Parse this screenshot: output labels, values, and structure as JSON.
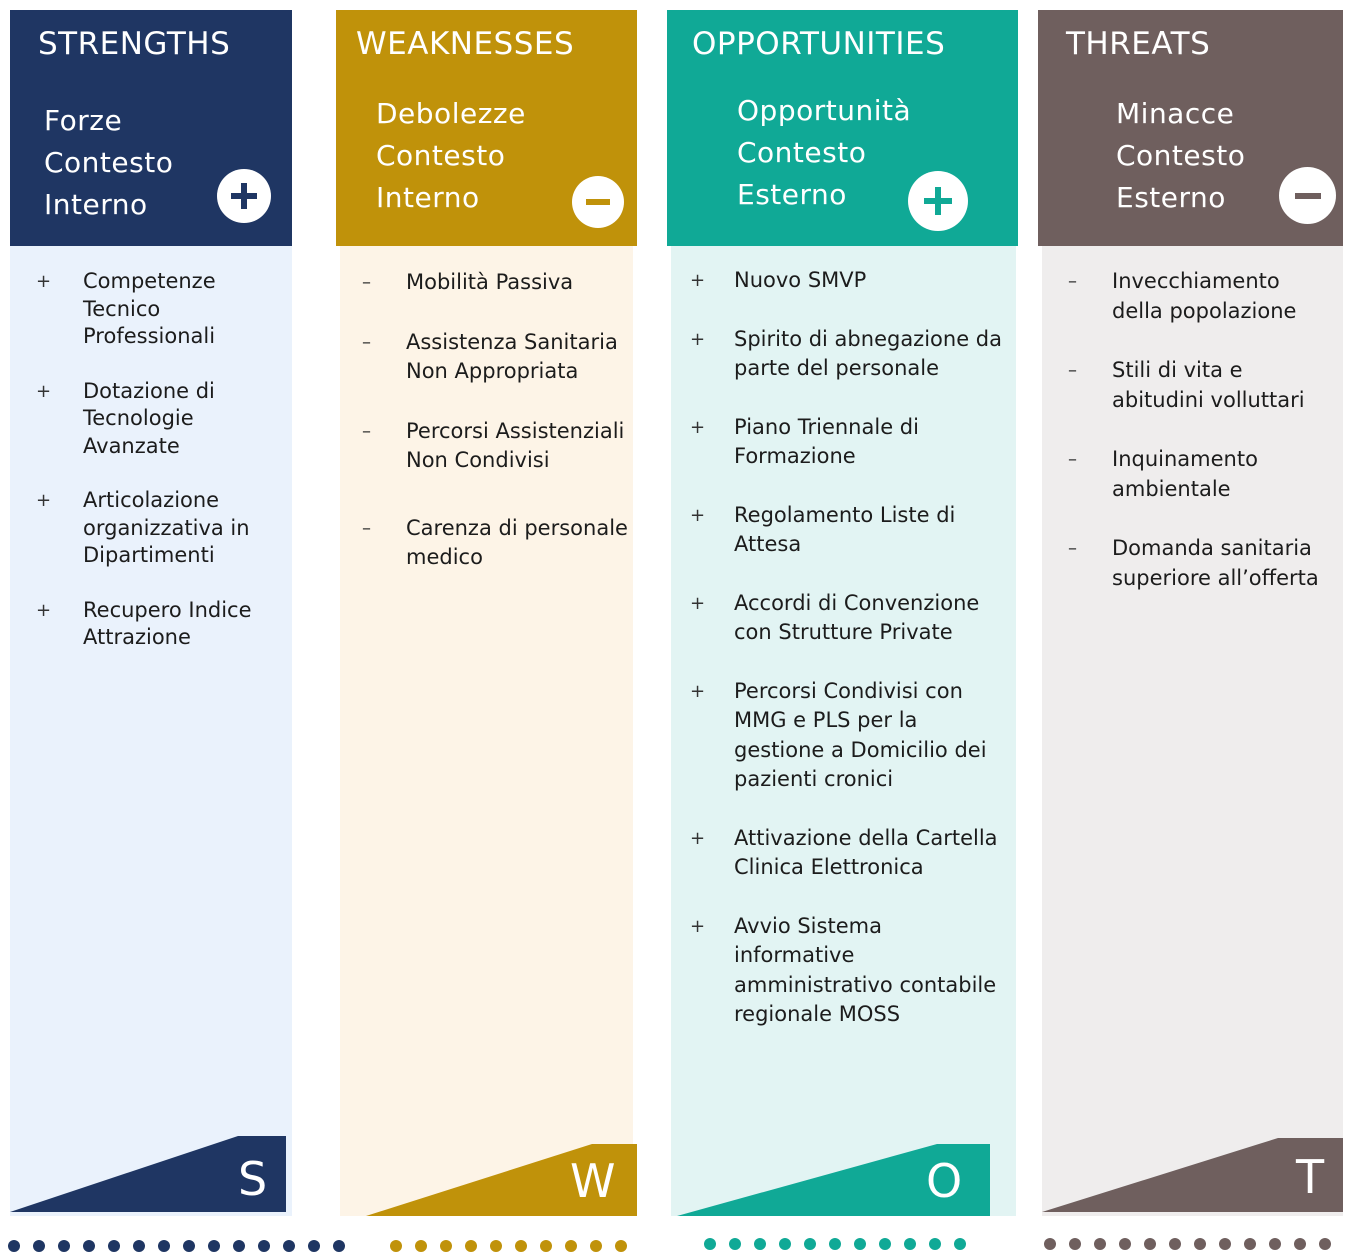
{
  "colors": {
    "strengths": "#1f3663",
    "weaknesses": "#c0920a",
    "opportunities": "#10a996",
    "threats": "#6f5f5e",
    "strengths_bg": "#eaf2fc",
    "weaknesses_bg": "#fdf4e7",
    "opportunities_bg": "#e2f4f3",
    "threats_bg": "#efeded"
  },
  "columns": [
    {
      "key": "strengths",
      "title": "STRENGTHS",
      "subtitle": [
        "Forze",
        "Contesto",
        "Interno"
      ],
      "sign_icon": "plus-icon",
      "bullet": "+",
      "letter": "S",
      "items": [
        "Competenze Tecnico Professionali",
        "Dotazione di Tecnologie Avanzate",
        "Articolazione organizzativa in Dipartimenti",
        "Recupero Indice Attrazione"
      ]
    },
    {
      "key": "weaknesses",
      "title": "WEAKNESSES",
      "subtitle": [
        "Debolezze",
        "Contesto",
        "Interno"
      ],
      "sign_icon": "minus-icon",
      "bullet": "–",
      "letter": "W",
      "items": [
        "Mobilità Passiva",
        "Assistenza Sanitaria Non Appropriata",
        "Percorsi Assistenziali Non Condivisi",
        "Carenza di personale medico"
      ]
    },
    {
      "key": "opportunities",
      "title": "OPPORTUNITIES",
      "subtitle": [
        "Opportunità",
        "Contesto",
        "Esterno"
      ],
      "sign_icon": "plus-icon",
      "bullet": "+",
      "letter": "O",
      "items": [
        "Nuovo SMVP",
        "Spirito di abnegazione da parte del personale",
        "Piano Triennale di Formazione",
        "Regolamento Liste di Attesa",
        "Accordi di Convenzione con Strutture Private",
        "Percorsi Condivisi con MMG e PLS per la gestione a Domicilio dei pazienti cronici",
        "Attivazione della Cartella Clinica Elettronica",
        "Avvio Sistema informative amministrativo contabile regionale MOSS"
      ]
    },
    {
      "key": "threats",
      "title": "THREATS",
      "subtitle": [
        "Minacce",
        "Contesto",
        "Esterno"
      ],
      "sign_icon": "minus-icon",
      "bullet": "–",
      "letter": "T",
      "items": [
        "Invecchiamento della popolazione",
        "Stili di vita e abitudini volluttari",
        "Inquinamento ambientale",
        "Domanda sanitaria superiore all’offerta"
      ]
    }
  ]
}
